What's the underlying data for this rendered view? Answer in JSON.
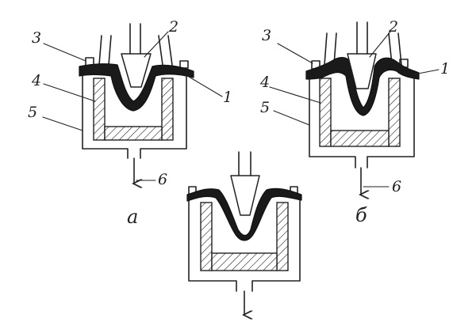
{
  "labels": {
    "sheet": "1",
    "plug": "2",
    "clamp": "3",
    "mold": "4",
    "chamber": "5",
    "vacuum": "6"
  },
  "captions": {
    "stage_a": "а",
    "stage_b": "б"
  }
}
